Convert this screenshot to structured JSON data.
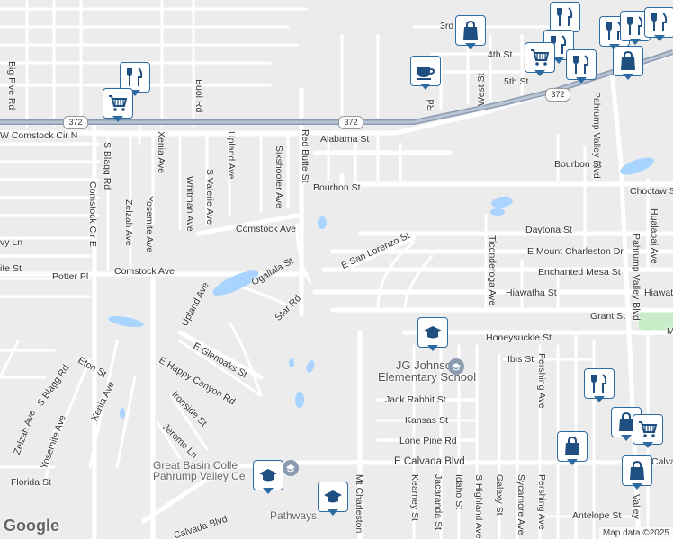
{
  "map": {
    "google_logo": "Google",
    "attribution": "Map data ©2025",
    "highway_shield": "372",
    "colors": {
      "land": "#ececec",
      "road": "#ffffff",
      "highway": "#8a9bb0",
      "water": "#a9d4ff",
      "park": "#c8ecc8",
      "marker_border": "#2d6aa1"
    },
    "labels": {
      "third_st": "3rd",
      "fourth_st": "4th St",
      "fifth_st": "5th St",
      "west_st": "West St",
      "tr_rd": "Rd",
      "pahrump_valley_blvd_n": "Pahrump Valley Blvd",
      "pahrump_valley_blvd_s": "Pahrump Valley Blvd",
      "big_five_rd": "Big Five Rd",
      "buol_rd": "Buol Rd",
      "w_comstock_cir_n": "W Comstock Cir N",
      "s_blagg_rd_n": "S Blagg Rd",
      "xenia_ave_n": "Xenia Ave",
      "upland_ave_n": "Upland Ave",
      "s_valerie_ave": "S Valerie Ave",
      "sixshooter_ave": "Sixshooter Ave",
      "red_butte_st": "Red Butte St",
      "alabama_st": "Alabama St",
      "bourbon_st_e": "Bourbon St",
      "bourbon_st_w": "Bourbon St",
      "choctaw_st": "Choctaw Ste",
      "comstock_cir_e": "Comstock Cir E",
      "zelzah_ave_n": "Zelzah Ave",
      "yosemite_ave_n": "Yosemite Ave",
      "whitman_ave": "Whitman Ave",
      "hualapai_ave": "Hualapai Ave",
      "comstock_ave_e": "Comstock Ave",
      "comstock_ave_w": "Comstock Ave",
      "daytona_st": "Daytona St",
      "ivy_ln": "vy Ln",
      "kite_st": "ite St",
      "potter_pl": "Potter Pl",
      "e_san_lorenzo_st": "E San Lorenzo St",
      "ticonderoga_ave": "Ticonderoga Ave",
      "e_mount_charleston_dr": "E Mount Charleston Dr",
      "enchanted_mesa_st": "Enchanted Mesa St",
      "ogallala_st": "Ogallala St",
      "upland_ave_s": "Upland Ave",
      "hiawatha_st_w": "Hiawatha St",
      "hiawatha_st_e": "Hiawat",
      "star_rd": "Star Rd",
      "grant_st": "Grant St",
      "m_edge": "M",
      "honeysuckle_st": "Honeysuckle St",
      "e_glenoaks_st": "E Glenoaks St",
      "s_blagg_rd_s": "S Blagg Rd",
      "eton_st": "Eton St",
      "e_happy_canyon_rd": "E Happy Canyon Rd",
      "jg_johnson_school": "JG Johnson\nElementary School",
      "ibis_st": "Ibis St",
      "pershing_ave_n": "Pershing Ave",
      "xenia_ave_s": "Xenia Ave",
      "ironside_st": "Ironside St",
      "jack_rabbit_st": "Jack Rabbit St",
      "zelzah_ave_s": "Zelzah Ave",
      "yosemite_ave_s": "Yosemite Ave",
      "kansas_st": "Kansas St",
      "jerome_ln": "Jerome Ln",
      "lone_pine_rd": "Lone Pine Rd",
      "great_basin_college": "Great Basin Colle\nPahrump Valley Ce",
      "e_calvada_blvd": "E Calvada Blvd",
      "calvada_edge": "Calva",
      "florida_st": "Florida St",
      "calvada_blvd_w": "Calvada Blvd",
      "pathways": "Pathways",
      "mt_charleston": "Mt Charleston",
      "kearney_st": "Kearney St",
      "jacaranda_st": "Jacaranda St",
      "idaho_st": "Idaho St",
      "s_highland_ave": "S Highland Ave",
      "galaxy_st": "Galaxy St",
      "sycamore_ave": "Sycamore Ave",
      "pershing_ave_s": "Pershing Ave",
      "antelope_st": "Antelope St",
      "valley_edge": "Valley"
    },
    "markers": [
      {
        "name": "restaurant-icon",
        "kind": "restaurant"
      },
      {
        "name": "shopping-cart-icon",
        "kind": "cart"
      },
      {
        "name": "restaurant-icon",
        "kind": "restaurant"
      },
      {
        "name": "shopping-bag-icon",
        "kind": "bag"
      },
      {
        "name": "cafe-icon",
        "kind": "cafe"
      },
      {
        "name": "restaurant-icon",
        "kind": "restaurant"
      },
      {
        "name": "restaurant-icon",
        "kind": "restaurant"
      },
      {
        "name": "restaurant-icon",
        "kind": "restaurant"
      },
      {
        "name": "restaurant-icon",
        "kind": "restaurant"
      },
      {
        "name": "shopping-cart-icon",
        "kind": "cart"
      },
      {
        "name": "restaurant-icon",
        "kind": "restaurant"
      },
      {
        "name": "shopping-bag-icon",
        "kind": "bag"
      },
      {
        "name": "school-icon",
        "kind": "school"
      },
      {
        "name": "restaurant-icon",
        "kind": "restaurant"
      },
      {
        "name": "shopping-bag-icon",
        "kind": "bag"
      },
      {
        "name": "shopping-cart-icon",
        "kind": "cart"
      },
      {
        "name": "shopping-bag-icon",
        "kind": "bag"
      },
      {
        "name": "shopping-bag-icon",
        "kind": "bag"
      },
      {
        "name": "school-icon",
        "kind": "school"
      },
      {
        "name": "school-icon",
        "kind": "school"
      }
    ]
  }
}
